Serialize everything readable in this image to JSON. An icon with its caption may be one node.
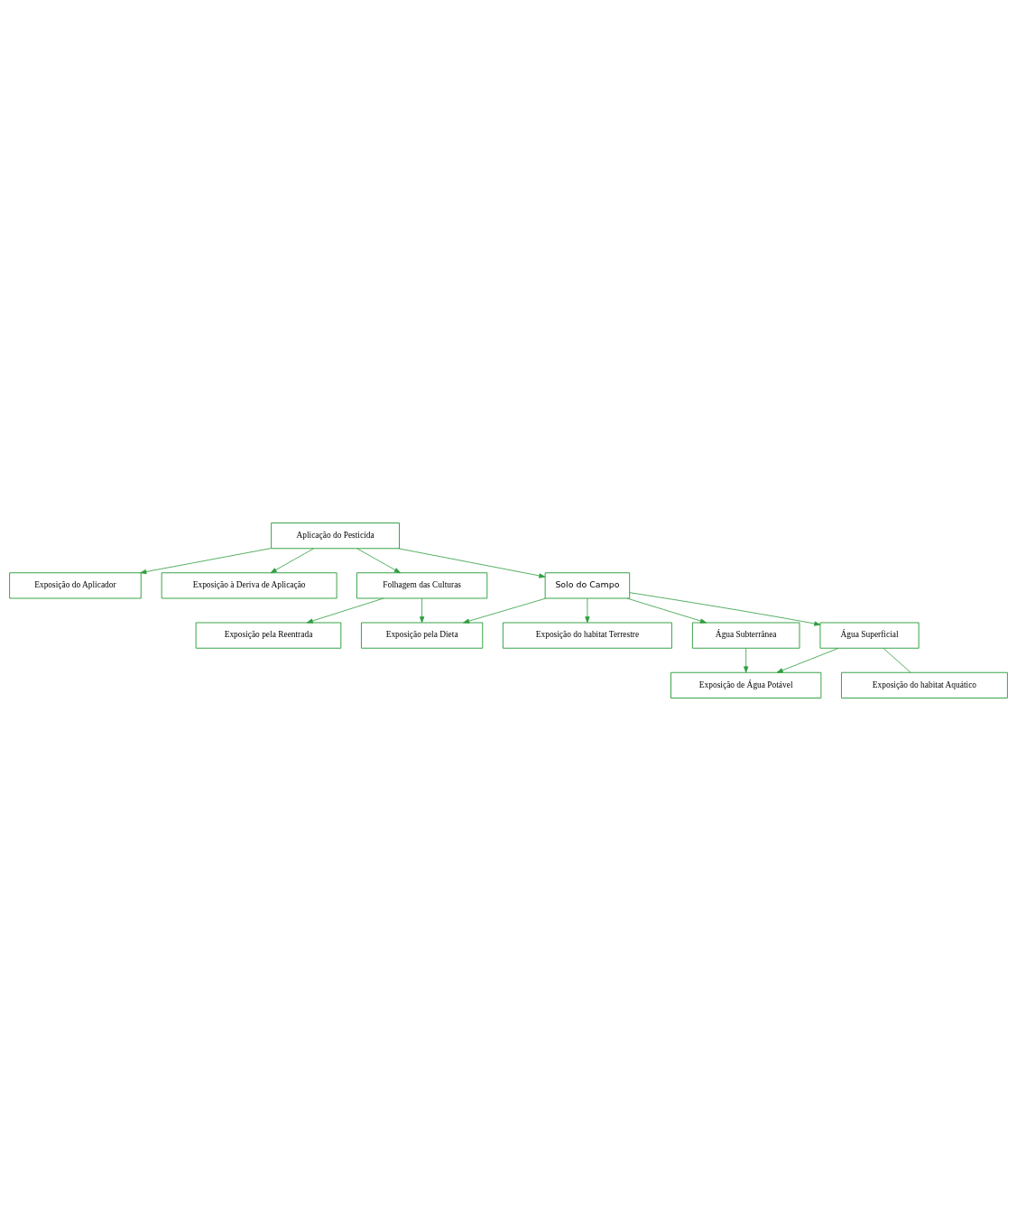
{
  "diagram": {
    "nodes": [
      {
        "text": [
          "Aplicação do Pesticida"
        ]
      },
      {
        "text": [
          "Exposição do Aplicador"
        ]
      },
      {
        "text": [
          "Exposição à Deriva de Aplicação"
        ]
      },
      {
        "text": [
          "Folhagem das Culturas"
        ]
      },
      {
        "text": [
          "Solo do Campo"
        ]
      },
      {
        "text": [
          "Exposição do habitat Terrestre"
        ]
      },
      {
        "text": [
          "Exposição pela Reentrada"
        ]
      },
      {
        "text": [
          "Água Subterrânea"
        ]
      },
      {
        "text": [
          "Água Superficial"
        ]
      },
      {
        "text": [
          "Exposição pela Dieta"
        ]
      },
      {
        "text": [
          "Exposição do habitat Aquático"
        ]
      },
      {
        "text": [
          "Exposição de Água Potável"
        ]
      }
    ],
    "edges": [
      {
        "from": 0,
        "to": 1,
        "arrow": "to"
      },
      {
        "from": 0,
        "to": 2,
        "arrow": "to"
      },
      {
        "from": 0,
        "to": 3,
        "arrow": "to"
      },
      {
        "from": 0,
        "to": 4,
        "arrow": "to"
      },
      {
        "from": 3,
        "to": 6,
        "arrow": "to"
      },
      {
        "from": 3,
        "to": 9,
        "arrow": "to"
      },
      {
        "from": 4,
        "to": 9,
        "arrow": "to"
      },
      {
        "from": 4,
        "to": 5,
        "arrow": "to"
      },
      {
        "from": 4,
        "to": 7,
        "arrow": "to"
      },
      {
        "from": 4,
        "to": 8,
        "arrow": "to"
      },
      {
        "from": 7,
        "to": 11,
        "arrow": "to"
      },
      {
        "from": 8,
        "to": 11,
        "arrow": "to"
      },
      {
        "from": 8,
        "to": 10,
        "arrow": "none"
      }
    ]
  }
}
